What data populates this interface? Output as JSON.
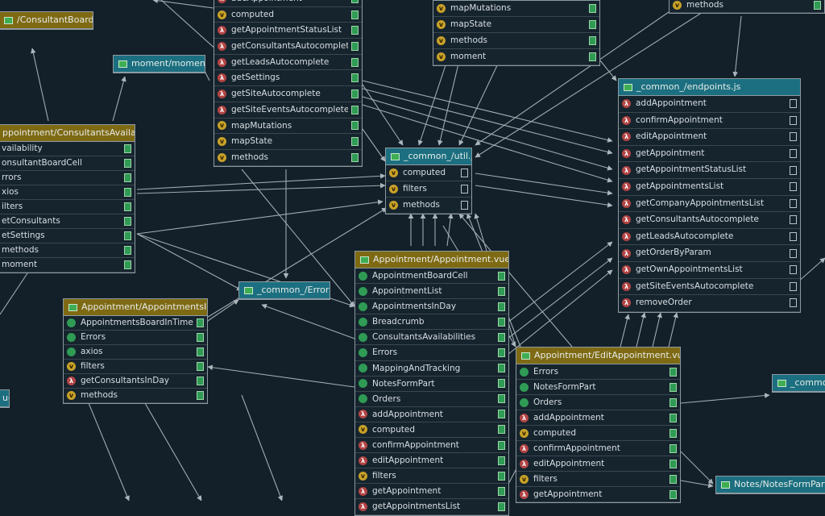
{
  "nodes": [
    {
      "title": "/ConsultantBoardCell.vue",
      "kind": "vue",
      "rows": []
    },
    {
      "title": "moment/moment.d.ts",
      "kind": "ts",
      "rows": []
    },
    {
      "title": "",
      "kind": "vue",
      "rows": [
        {
          "k": "f",
          "t": "addAppointment"
        },
        {
          "k": "v",
          "t": "computed"
        },
        {
          "k": "f",
          "t": "getAppointmentStatusList"
        },
        {
          "k": "f",
          "t": "getConsultantsAutocomplete"
        },
        {
          "k": "f",
          "t": "getLeadsAutocomplete"
        },
        {
          "k": "f",
          "t": "getSettings"
        },
        {
          "k": "f",
          "t": "getSiteAutocomplete"
        },
        {
          "k": "f",
          "t": "getSiteEventsAutocomplete"
        },
        {
          "k": "v",
          "t": "mapMutations"
        },
        {
          "k": "v",
          "t": "mapState"
        },
        {
          "k": "v",
          "t": "methods"
        }
      ]
    },
    {
      "title": "",
      "kind": "vue",
      "rows": [
        {
          "k": "v",
          "t": "mapMutations"
        },
        {
          "k": "v",
          "t": "mapState"
        },
        {
          "k": "v",
          "t": "methods"
        },
        {
          "k": "v",
          "t": "moment"
        }
      ]
    },
    {
      "title": "",
      "kind": "vue",
      "rows": [
        {
          "k": "v",
          "t": "methods"
        }
      ]
    },
    {
      "title": "_common_/endpoints.js",
      "kind": "ts",
      "rows": [
        {
          "k": "f",
          "t": "addAppointment"
        },
        {
          "k": "f",
          "t": "confirmAppointment"
        },
        {
          "k": "f",
          "t": "editAppointment"
        },
        {
          "k": "f",
          "t": "getAppointment"
        },
        {
          "k": "f",
          "t": "getAppointmentStatusList"
        },
        {
          "k": "f",
          "t": "getAppointmentsList"
        },
        {
          "k": "f",
          "t": "getCompanyAppointmentsList"
        },
        {
          "k": "f",
          "t": "getConsultantsAutocomplete"
        },
        {
          "k": "f",
          "t": "getLeadsAutocomplete"
        },
        {
          "k": "f",
          "t": "getOrderByParam"
        },
        {
          "k": "f",
          "t": "getOwnAppointmentsList"
        },
        {
          "k": "f",
          "t": "getSiteEventsAutocomplete"
        },
        {
          "k": "f",
          "t": "removeOrder"
        }
      ]
    },
    {
      "title": "ppointment/ConsultantsAvailabilities.vue",
      "kind": "vue",
      "rows": [
        {
          "k": "c",
          "t": "vailability"
        },
        {
          "k": "c",
          "t": "onsultantBoardCell"
        },
        {
          "k": "c",
          "t": "rrors"
        },
        {
          "k": "c",
          "t": "xios"
        },
        {
          "k": "c",
          "t": "ilters"
        },
        {
          "k": "c",
          "t": "etConsultants"
        },
        {
          "k": "c",
          "t": "etSettings"
        },
        {
          "k": "c",
          "t": "methods"
        },
        {
          "k": "c",
          "t": "moment"
        }
      ]
    },
    {
      "title": "_common_/util.js",
      "kind": "ts",
      "rows": [
        {
          "k": "v",
          "t": "computed"
        },
        {
          "k": "v",
          "t": "filters"
        },
        {
          "k": "v",
          "t": "methods"
        }
      ]
    },
    {
      "title": "_common_/Errors.js",
      "kind": "ts",
      "rows": []
    },
    {
      "title": "Appointment/AppointmentsInDay.vue",
      "kind": "vue",
      "rows": [
        {
          "k": "c",
          "t": "AppointmentsBoardInTime"
        },
        {
          "k": "c",
          "t": "Errors"
        },
        {
          "k": "c",
          "t": "axios"
        },
        {
          "k": "v",
          "t": "filters"
        },
        {
          "k": "f",
          "t": "getConsultantsInDay"
        },
        {
          "k": "v",
          "t": "methods"
        }
      ]
    },
    {
      "title": "Appointment/Appointment.vue",
      "kind": "vue",
      "rows": [
        {
          "k": "c",
          "t": "AppointmentBoardCell"
        },
        {
          "k": "c",
          "t": "AppointmentList"
        },
        {
          "k": "c",
          "t": "AppointmentsInDay"
        },
        {
          "k": "c",
          "t": "Breadcrumb"
        },
        {
          "k": "c",
          "t": "ConsultantsAvailabilities"
        },
        {
          "k": "c",
          "t": "Errors"
        },
        {
          "k": "c",
          "t": "MappingAndTracking"
        },
        {
          "k": "c",
          "t": "NotesFormPart"
        },
        {
          "k": "c",
          "t": "Orders"
        },
        {
          "k": "f",
          "t": "addAppointment"
        },
        {
          "k": "v",
          "t": "computed"
        },
        {
          "k": "f",
          "t": "confirmAppointment"
        },
        {
          "k": "f",
          "t": "editAppointment"
        },
        {
          "k": "v",
          "t": "filters"
        },
        {
          "k": "f",
          "t": "getAppointment"
        },
        {
          "k": "f",
          "t": "getAppointmentsList"
        }
      ]
    },
    {
      "title": "Appointment/EditAppointment.vue",
      "kind": "vue",
      "rows": [
        {
          "k": "c",
          "t": "Errors"
        },
        {
          "k": "c",
          "t": "NotesFormPart"
        },
        {
          "k": "c",
          "t": "Orders"
        },
        {
          "k": "f",
          "t": "addAppointment"
        },
        {
          "k": "v",
          "t": "computed"
        },
        {
          "k": "f",
          "t": "confirmAppointment"
        },
        {
          "k": "f",
          "t": "editAppointment"
        },
        {
          "k": "v",
          "t": "filters"
        },
        {
          "k": "f",
          "t": "getAppointment"
        }
      ]
    },
    {
      "title": "_commo",
      "kind": "ts",
      "rows": []
    },
    {
      "title": "Notes/NotesFormPart",
      "kind": "ts",
      "rows": []
    },
    {
      "title": "ue",
      "kind": "ts",
      "rows": []
    }
  ]
}
